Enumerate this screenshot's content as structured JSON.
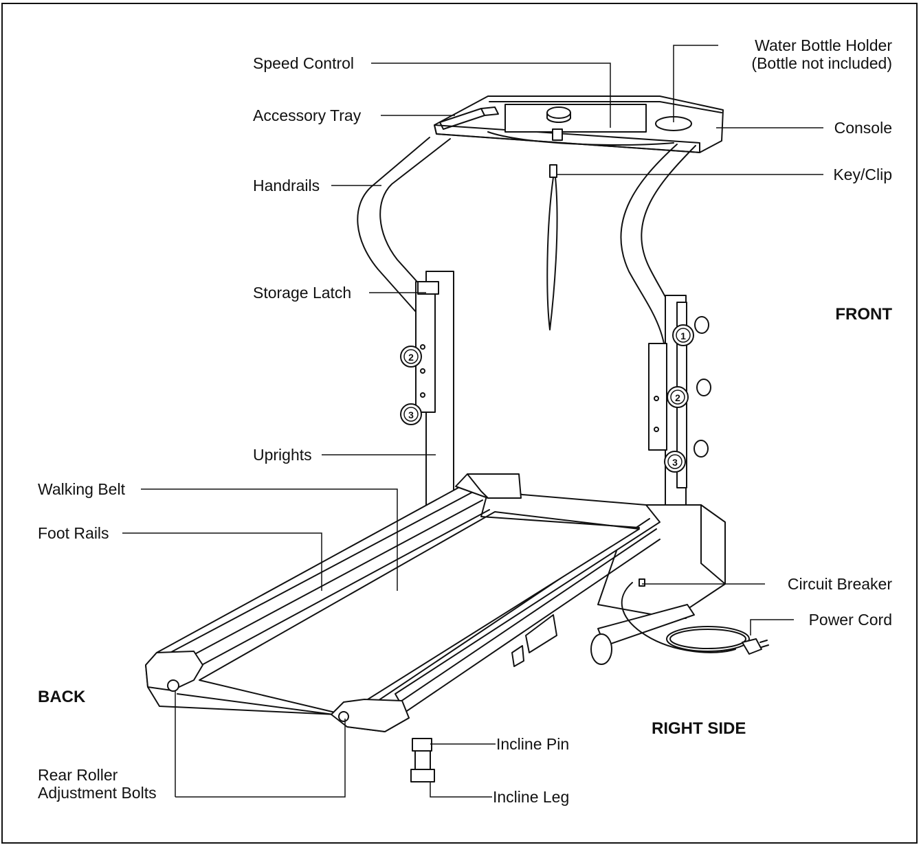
{
  "labels": {
    "speed_control": "Speed Control",
    "water_bottle_line1": "Water Bottle Holder",
    "water_bottle_line2": "(Bottle not included)",
    "accessory_tray": "Accessory Tray",
    "console": "Console",
    "handrails": "Handrails",
    "key_clip": "Key/Clip",
    "storage_latch": "Storage Latch",
    "front": "FRONT",
    "uprights": "Uprights",
    "walking_belt": "Walking Belt",
    "foot_rails": "Foot Rails",
    "circuit_breaker": "Circuit Breaker",
    "power_cord": "Power Cord",
    "back": "BACK",
    "right_side": "RIGHT SIDE",
    "incline_pin": "Incline Pin",
    "rear_roller_line1": "Rear Roller",
    "rear_roller_line2": "Adjustment Bolts",
    "incline_leg": "Incline Leg"
  },
  "knob_numbers": {
    "left_2": "2",
    "left_3": "3",
    "right_1": "1",
    "right_2": "2",
    "right_3": "3"
  }
}
